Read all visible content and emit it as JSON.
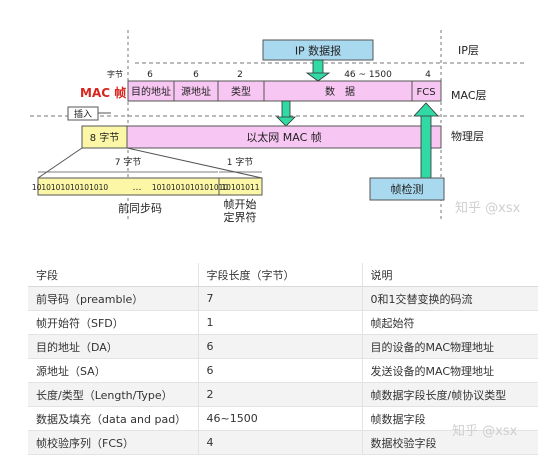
{
  "diagram": {
    "ip_packet": "IP 数据报",
    "layer_ip": "IP层",
    "layer_mac": "MAC层",
    "layer_phy": "物理层",
    "mac_frame": "MAC 帧",
    "unit": "字节",
    "sizes": {
      "dst": "6",
      "src": "6",
      "type": "2",
      "data": "46 ~ 1500",
      "fcs": "4"
    },
    "fields": {
      "dst": "目的地址",
      "src": "源地址",
      "type": "类型",
      "data": "数　据",
      "fcs": "FCS"
    },
    "insert": "插入",
    "preamble_total": "8 字节",
    "ethernet_frame": "以太网 MAC 帧",
    "preamble_bytes": "7 字节",
    "sfd_bytes": "1 字节",
    "preamble_bits_left": "1010101010101010",
    "preamble_ellipsis": "…",
    "preamble_bits_right": "1010101010101010",
    "sfd_bits": "10101011",
    "preamble_label": "前同步码",
    "sfd_label_1": "帧开始",
    "sfd_label_2": "定界符",
    "fcs_check": "帧检测",
    "watermark": "知乎 @xsx"
  },
  "table": {
    "headers": [
      "字段",
      "字段长度（字节）",
      "说明"
    ],
    "rows": [
      [
        "前导码（preamble）",
        "7",
        "0和1交替变换的码流"
      ],
      [
        "帧开始符（SFD）",
        "1",
        "帧起始符"
      ],
      [
        "目的地址（DA）",
        "6",
        "目的设备的MAC物理地址"
      ],
      [
        "源地址（SA）",
        "6",
        "发送设备的MAC物理地址"
      ],
      [
        "长度/类型（Length/Type）",
        "2",
        "帧数据字段长度/帧协议类型"
      ],
      [
        "数据及填充（data and pad）",
        "46~1500",
        "帧数据字段"
      ],
      [
        "帧校验序列（FCS）",
        "4",
        "数据校验字段"
      ]
    ]
  },
  "watermark": "知乎 @xsx",
  "colors": {
    "ip_fill": "#a9d9ee",
    "mac_fill": "#f8c6f3",
    "preamble_fill": "#fbf7a6",
    "arrow": "#31d9a4",
    "mac_label": "#d7261f"
  }
}
